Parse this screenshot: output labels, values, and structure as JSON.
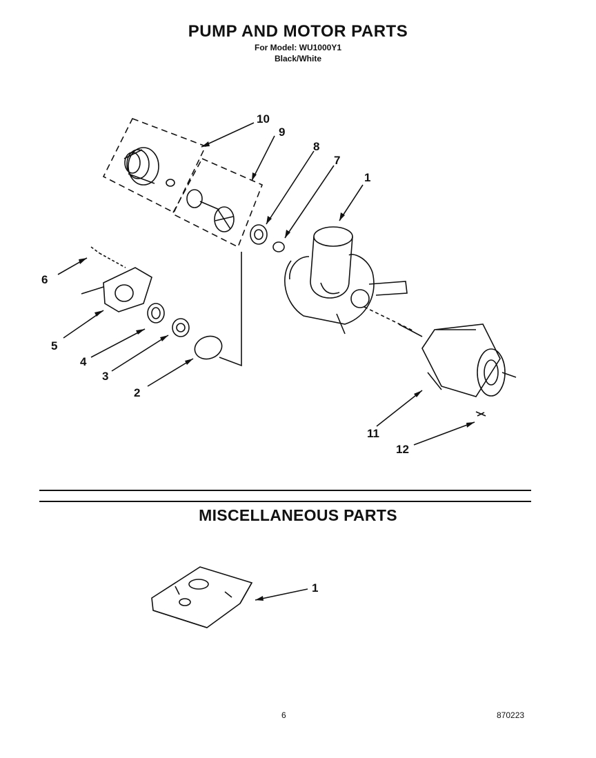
{
  "header": {
    "title": "PUMP AND MOTOR PARTS",
    "model": "For Model: WU1000Y1",
    "color": "Black/White"
  },
  "diagram": {
    "callouts": [
      "10",
      "9",
      "8",
      "7",
      "1",
      "6",
      "5",
      "4",
      "3",
      "2",
      "11",
      "12"
    ]
  },
  "misc": {
    "title": "MISCELLANEOUS PARTS",
    "callouts": [
      "1"
    ]
  },
  "footer": {
    "page": "6",
    "code": "870223"
  }
}
